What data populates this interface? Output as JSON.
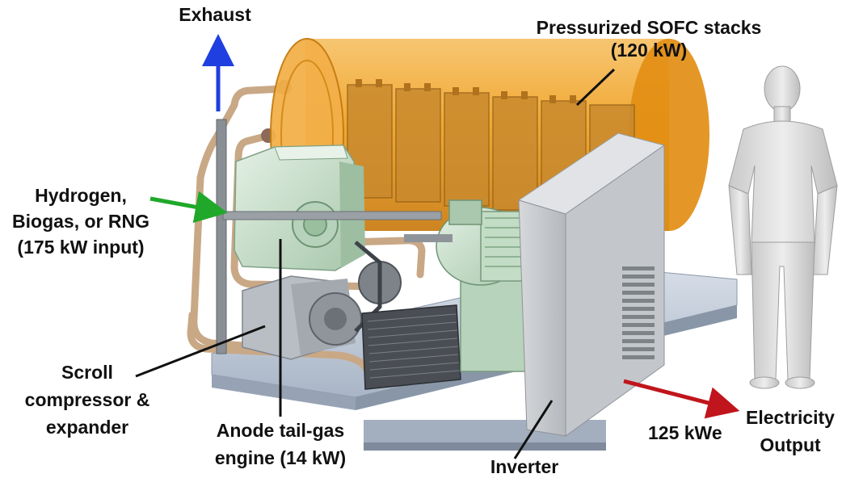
{
  "labels": {
    "exhaust": "Exhaust",
    "sofc": [
      "Pressurized SOFC stacks",
      "(120 kW)"
    ],
    "fuel_input": [
      "Hydrogen,",
      "Biogas, or RNG",
      "(175 kW input)"
    ],
    "scroll": [
      "Scroll",
      "compressor &",
      "expander"
    ],
    "engine": [
      "Anode tail-gas",
      "engine (14 kW)"
    ],
    "inverter": "Inverter",
    "power": "125 kWe",
    "electricity": [
      "Electricity",
      "Output"
    ]
  },
  "colors": {
    "exhaust_arrow": "#1f3fe0",
    "fuel_arrow": "#1fa82a",
    "electric_arrow": "#c0151c",
    "sofc_vessel": "#f0a020",
    "engine_body": "#cfe3d2",
    "inverter_cabinet": "#c9ccd0",
    "skid_base": "#b8c4d4"
  }
}
